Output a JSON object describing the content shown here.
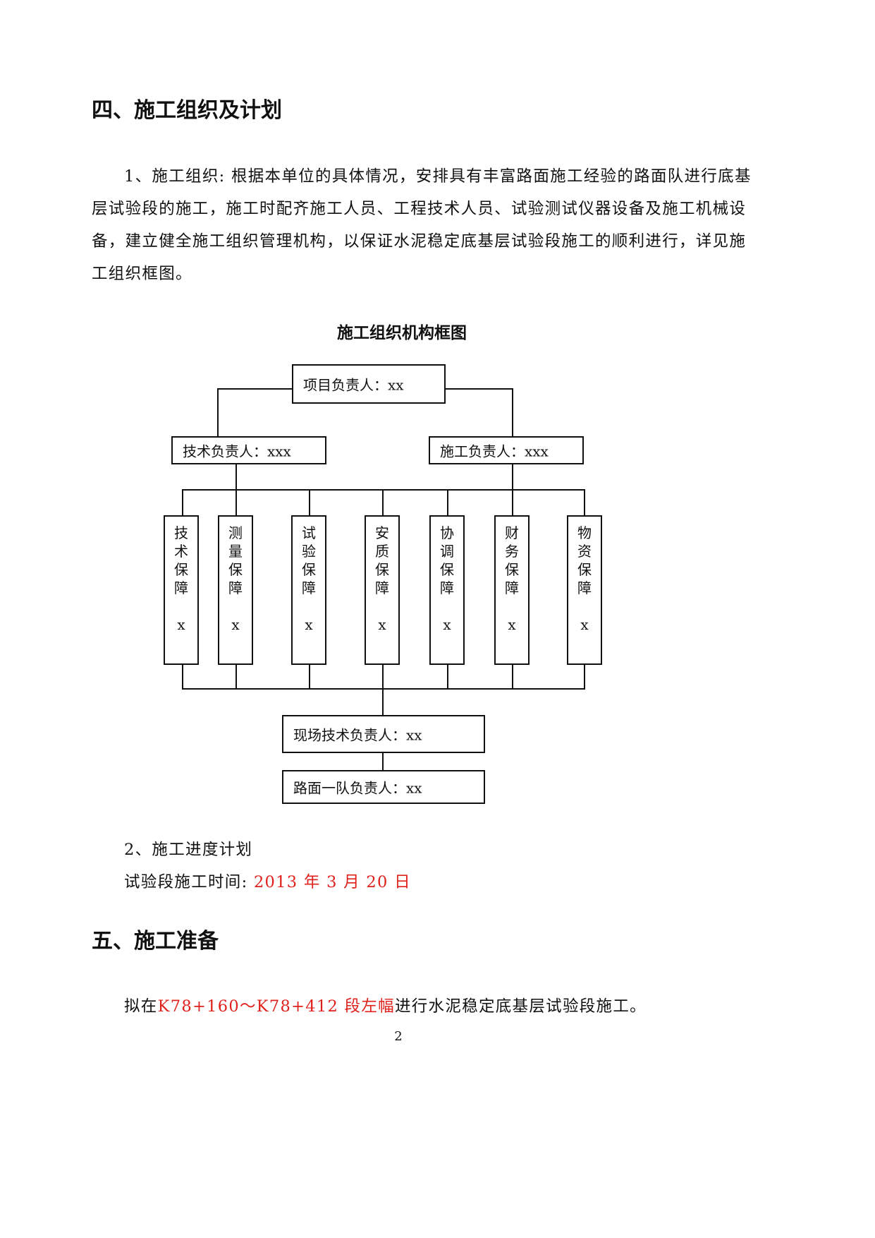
{
  "section4": {
    "heading": "四、施工组织及计划",
    "p1_line1": "1、施工组织: 根据本单位的具体情况，安排具有丰富路面施工经验的路面队进行底基",
    "p1_line2": "层试验段的施工，施工时配齐施工人员、工程技术人员、试验测试仪器设备及施工机械设",
    "p1_line3": "备，建立健全施工组织管理机构，以保证水泥稳定底基层试验段施工的顺利进行，详见施",
    "p1_line4": "工组织框图。",
    "chart_title": "施工组织机构框图",
    "org": {
      "project_lead": "项目负责人：xx",
      "tech_lead": "技术负责人：xxx",
      "construction_lead": "施工负责人：xxx",
      "departments": [
        {
          "label": "技\n术\n保\n障\n\nx"
        },
        {
          "label": "测\n量\n保\n障\n\nx"
        },
        {
          "label": "试\n验\n保\n障\n\nx"
        },
        {
          "label": "安\n质\n保\n障\n\nx"
        },
        {
          "label": "协\n调\n保\n障\n\nx"
        },
        {
          "label": "财\n务\n保\n障\n\nx"
        },
        {
          "label": "物\n资\n保\n障\n\nx"
        }
      ],
      "site_tech_lead": "现场技术负责人：xx",
      "team_lead": "路面一队负责人：xx"
    },
    "p2_title": "2、施工进度计划",
    "p2_label": "试验段施工时间:",
    "p2_date": "2013 年 3 月 20 日"
  },
  "section5": {
    "heading": "五、施工准备",
    "line_prefix": "拟在",
    "line_location": "K78+160～K78+412 段左幅",
    "line_suffix": "进行水泥稳定底基层试验段施工。"
  },
  "page_number": "2",
  "colors": {
    "highlight": "#e0201b",
    "text": "#111111"
  }
}
